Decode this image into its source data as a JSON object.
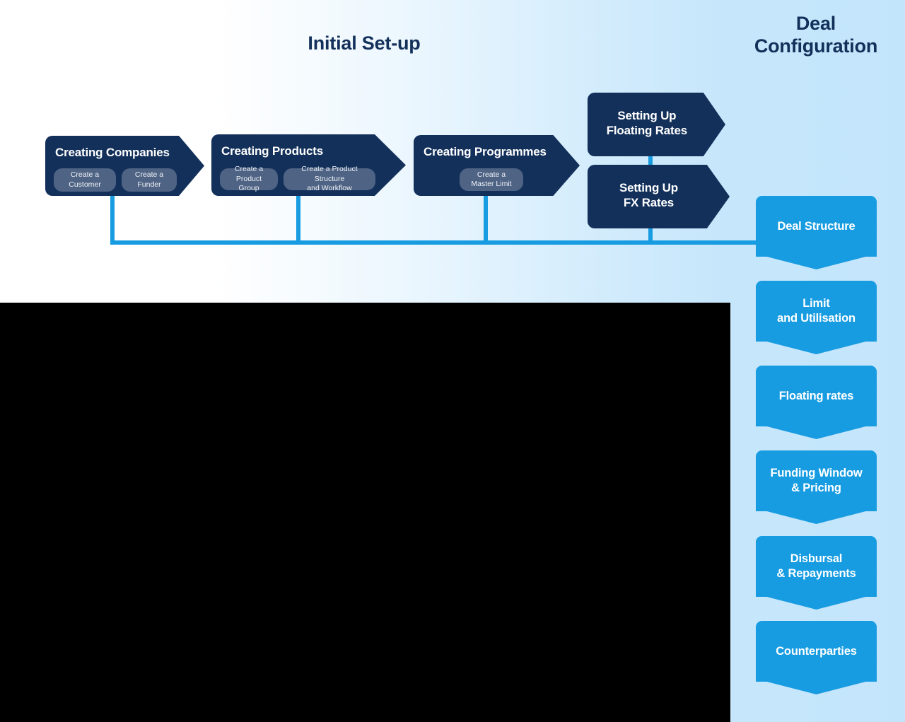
{
  "colors": {
    "navy": "#13305a",
    "accent_blue": "#189ce1",
    "pill_grey": "#4f6384",
    "background_left": "#ffffff",
    "background_right": "#c3e5fb",
    "panel_black": "#000000",
    "text_white": "#ffffff"
  },
  "headings": {
    "initial_setup": "Initial Set-up",
    "deal_configuration": "Deal\nConfiguration"
  },
  "setup_stages": [
    {
      "id": "creating-companies",
      "title": "Creating Companies",
      "steps": [
        "Create a\nCustomer",
        "Create a\nFunder"
      ]
    },
    {
      "id": "creating-products",
      "title": "Creating Products",
      "steps": [
        "Create a\nProduct Group",
        "Create a Product Structure\nand Workflow"
      ]
    },
    {
      "id": "creating-programmes",
      "title": "Creating Programmes",
      "steps": [
        "Create a\nMaster Limit"
      ]
    }
  ],
  "rate_stages": [
    {
      "id": "setting-up-floating-rates",
      "title": "Setting Up\nFloating Rates"
    },
    {
      "id": "setting-up-fx-rates",
      "title": "Setting Up\nFX Rates"
    }
  ],
  "deal_boxes": [
    {
      "id": "deal-structure",
      "label": "Deal Structure"
    },
    {
      "id": "limit-and-utilisation",
      "label": "Limit\nand Utilisation"
    },
    {
      "id": "floating-rates",
      "label": "Floating rates"
    },
    {
      "id": "funding-window-and-pricing",
      "label": "Funding Window\n& Pricing"
    },
    {
      "id": "disbursal-and-repayments",
      "label": "Disbursal\n& Repayments"
    },
    {
      "id": "counterparties",
      "label": "Counterparties"
    }
  ]
}
